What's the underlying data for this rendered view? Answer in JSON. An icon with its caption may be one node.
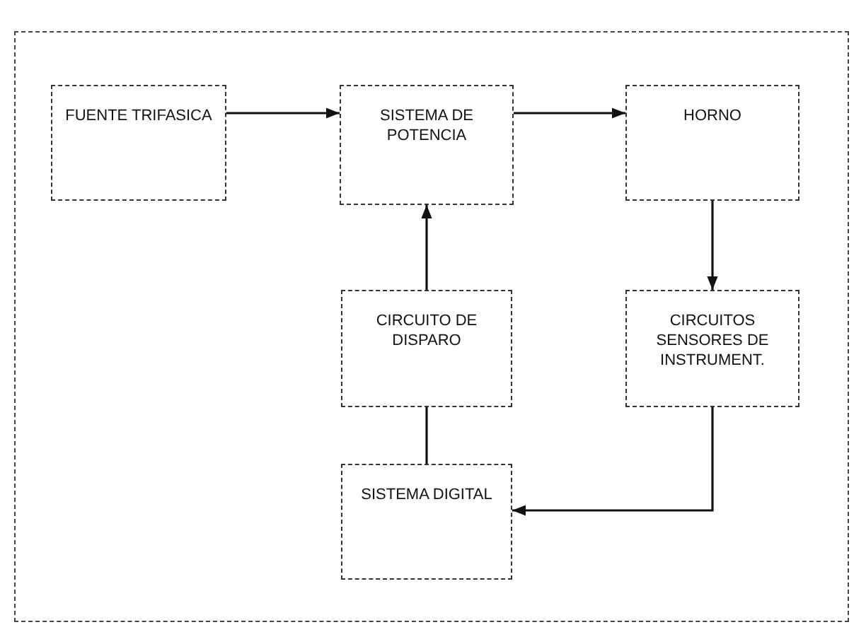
{
  "diagram": {
    "nodes": [
      {
        "text": [
          "FUENTE TRIFASICA"
        ]
      },
      {
        "text": [
          "SISTEMA DE POTENCIA"
        ]
      },
      {
        "text": [
          "HORNO"
        ]
      },
      {
        "text": [
          "CIRCUITO DE DISPARO"
        ]
      },
      {
        "text": [
          "CIRCUITOS SENSORES DE INSTRUMENT."
        ]
      },
      {
        "text": [
          "SISTEMA DIGITAL"
        ]
      }
    ],
    "edges": [
      {
        "from": 0,
        "to": 1,
        "arrow": "to"
      },
      {
        "from": 1,
        "to": 2,
        "arrow": "to"
      },
      {
        "from": 3,
        "to": 1,
        "arrow": "to"
      },
      {
        "from": 2,
        "to": 4,
        "arrow": "to"
      },
      {
        "from": 5,
        "to": 3,
        "arrow": "none"
      },
      {
        "from": 4,
        "to": 5,
        "arrow": "to"
      }
    ]
  }
}
